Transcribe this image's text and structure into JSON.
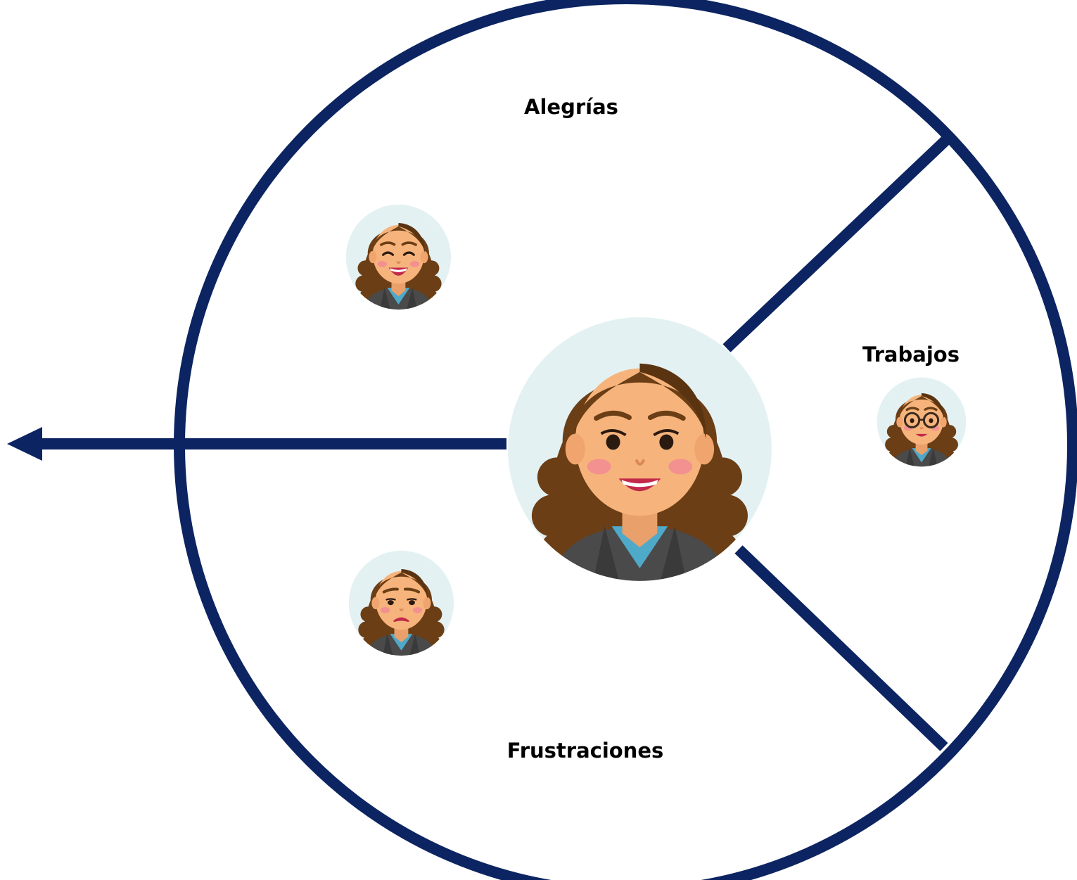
{
  "diagram": {
    "sections": {
      "top": {
        "label": "Alegrías"
      },
      "right": {
        "label": "Trabajos"
      },
      "bottom": {
        "label": "Frustraciones"
      }
    },
    "avatars": {
      "center": {
        "icon": "woman-smiling-avatar-icon",
        "expression": "smiling"
      },
      "top": {
        "icon": "woman-laughing-avatar-icon",
        "expression": "laughing"
      },
      "right": {
        "icon": "woman-glasses-avatar-icon",
        "expression": "working"
      },
      "bottom": {
        "icon": "woman-sad-avatar-icon",
        "expression": "sad"
      }
    },
    "colors": {
      "stroke": "#0c2461",
      "avatar_bg": "#e3f1f3",
      "hair": "#6b3e15",
      "skin": "#f6b47c",
      "jacket": "#4a4a4a",
      "shirt": "#4fa9c9",
      "cheek": "#f28b94",
      "lips": "#c2294a"
    }
  }
}
